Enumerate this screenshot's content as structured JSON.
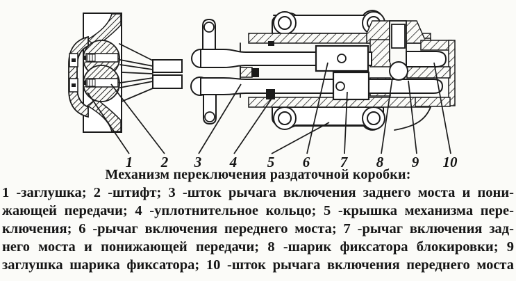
{
  "figure": {
    "callouts": [
      "1",
      "2",
      "3",
      "4",
      "5",
      "6",
      "7",
      "8",
      "9",
      "10"
    ]
  },
  "caption": {
    "title": "Механизм переключения раздаточной коробки:",
    "lines": [
      "1 -заглушка; 2 -штифт; 3 -шток рычага включения заднего моста и пони-",
      "жающей передачи; 4 -уплотнительное кольцо; 5 -крышка механизма пере-",
      "ключения; 6 -рычаг включения переднего моста; 7 -рычаг включения зад-",
      "него моста и понижающей передачи; 8 -шарик фиксатора блокировки; 9",
      "заглушка шарика фиксатора; 10 -шток рычага включения переднего моста"
    ]
  },
  "legend": [
    {
      "num": "1",
      "part": "заглушка"
    },
    {
      "num": "2",
      "part": "штифт"
    },
    {
      "num": "3",
      "part": "шток рычага включения заднего моста и понижающей передачи"
    },
    {
      "num": "4",
      "part": "уплотнительное кольцо"
    },
    {
      "num": "5",
      "part": "крышка механизма переключения"
    },
    {
      "num": "6",
      "part": "рычаг включения переднего моста"
    },
    {
      "num": "7",
      "part": "рычаг включения заднего моста и понижающей передачи"
    },
    {
      "num": "8",
      "part": "шарик фиксатора блокировки"
    },
    {
      "num": "9",
      "part": "заглушка шарика фиксатора"
    },
    {
      "num": "10",
      "part": "шток рычага включения переднего моста"
    }
  ],
  "colors": {
    "ink": "#1b1b1b",
    "paper": "#fbfbf8"
  }
}
